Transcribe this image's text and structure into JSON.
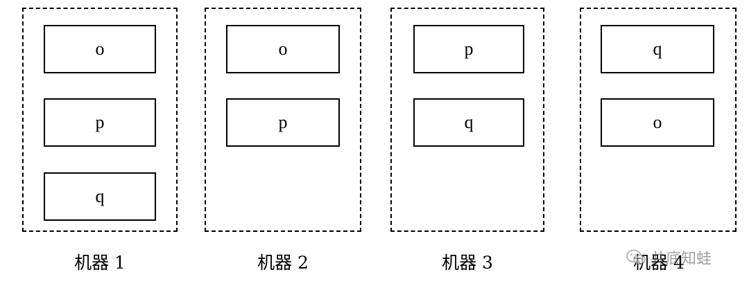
{
  "machines": [
    {
      "label": "机器 1",
      "parts": [
        "o",
        "p",
        "q"
      ]
    },
    {
      "label": "机器 2",
      "parts": [
        "o",
        "p"
      ]
    },
    {
      "label": "机器 3",
      "parts": [
        "p",
        "q"
      ]
    },
    {
      "label": "机器 4",
      "parts": [
        "q",
        "o"
      ]
    }
  ],
  "watermark": {
    "text": "井底知蛙",
    "icon": "wechat-icon"
  }
}
